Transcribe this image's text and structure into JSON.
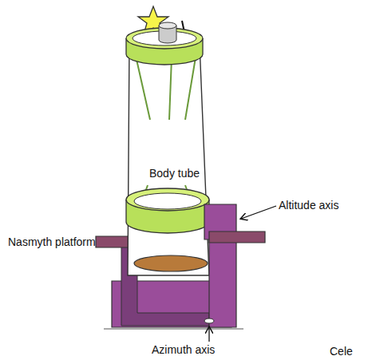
{
  "diagram": {
    "labels": [
      "Body tube",
      "Nasmyth platform",
      "Altitude axis",
      "Azimuth axis",
      "Cele"
    ]
  }
}
